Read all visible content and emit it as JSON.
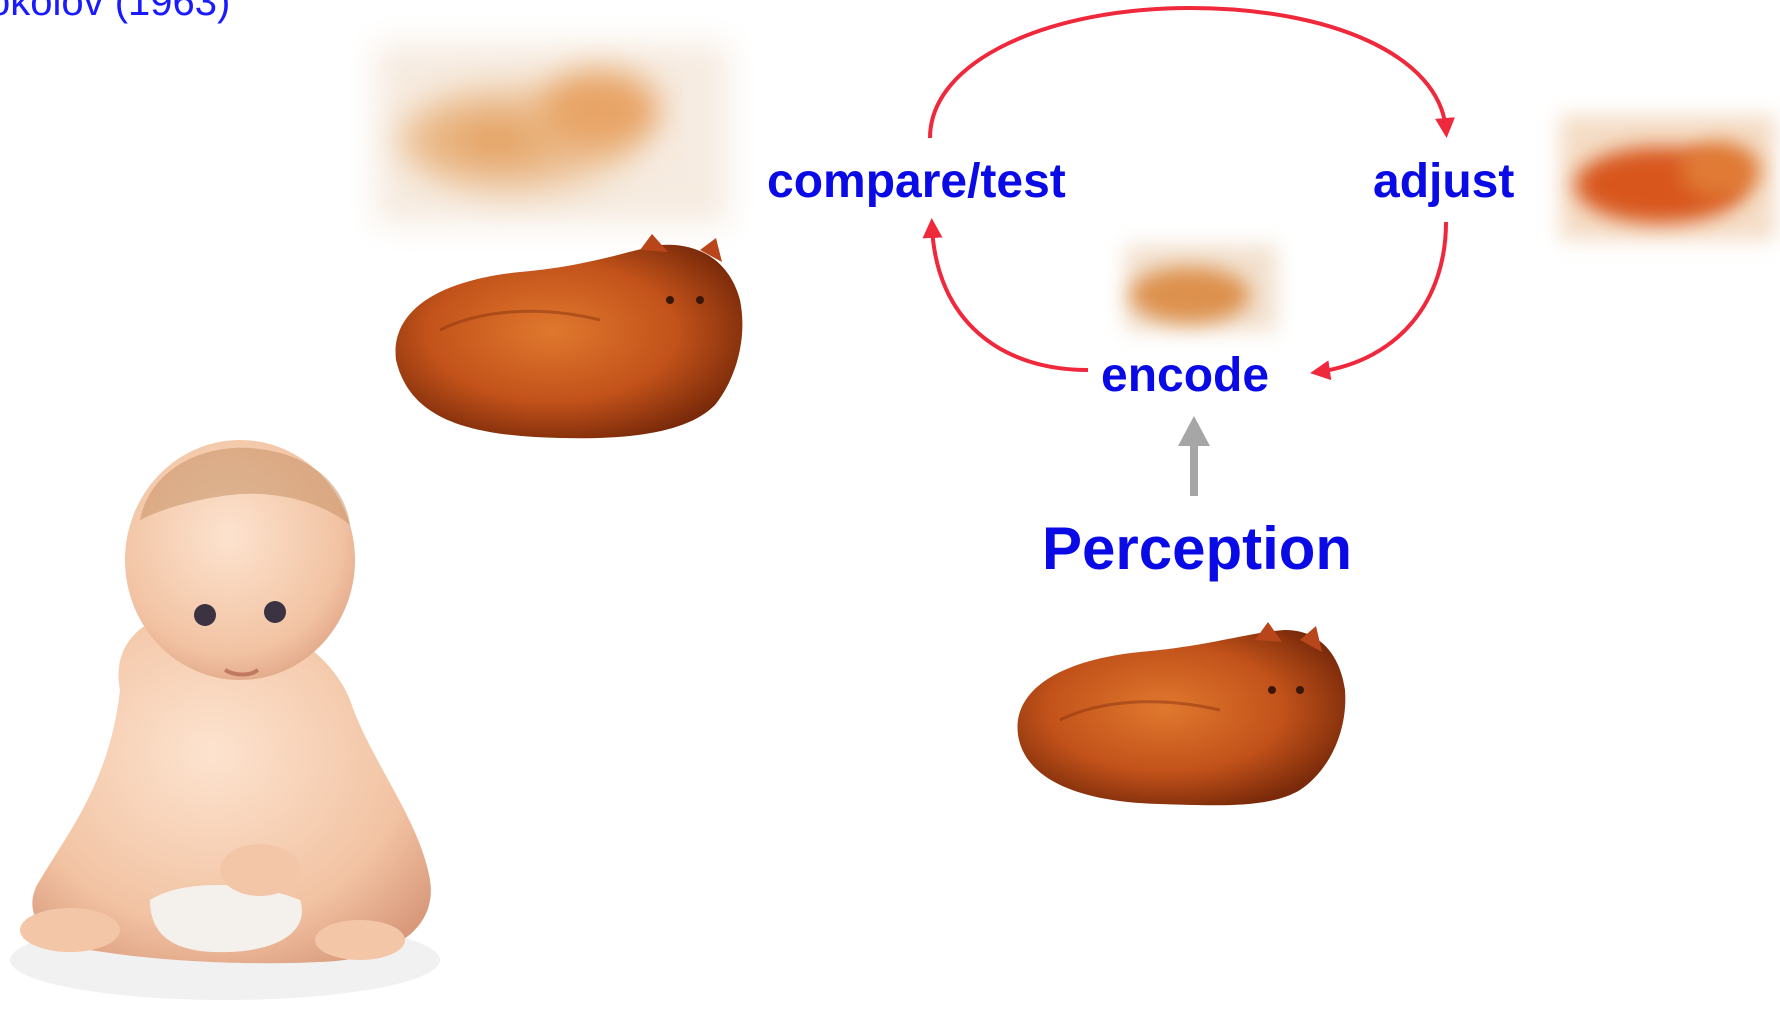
{
  "citation": "okolov (1963)",
  "cycle": {
    "compare": "compare/test",
    "adjust": "adjust",
    "encode": "encode"
  },
  "perception_label": "Perception",
  "colors": {
    "text": "#0a0ae6",
    "cycle_arrow": "#f0283c",
    "input_arrow": "#a6a6a6",
    "cat_fur": "#c2521a"
  },
  "images": {
    "baby": "baby-photo",
    "cat_clear": "cat-photo",
    "cat_blurred": "blurred-cat-photo"
  }
}
